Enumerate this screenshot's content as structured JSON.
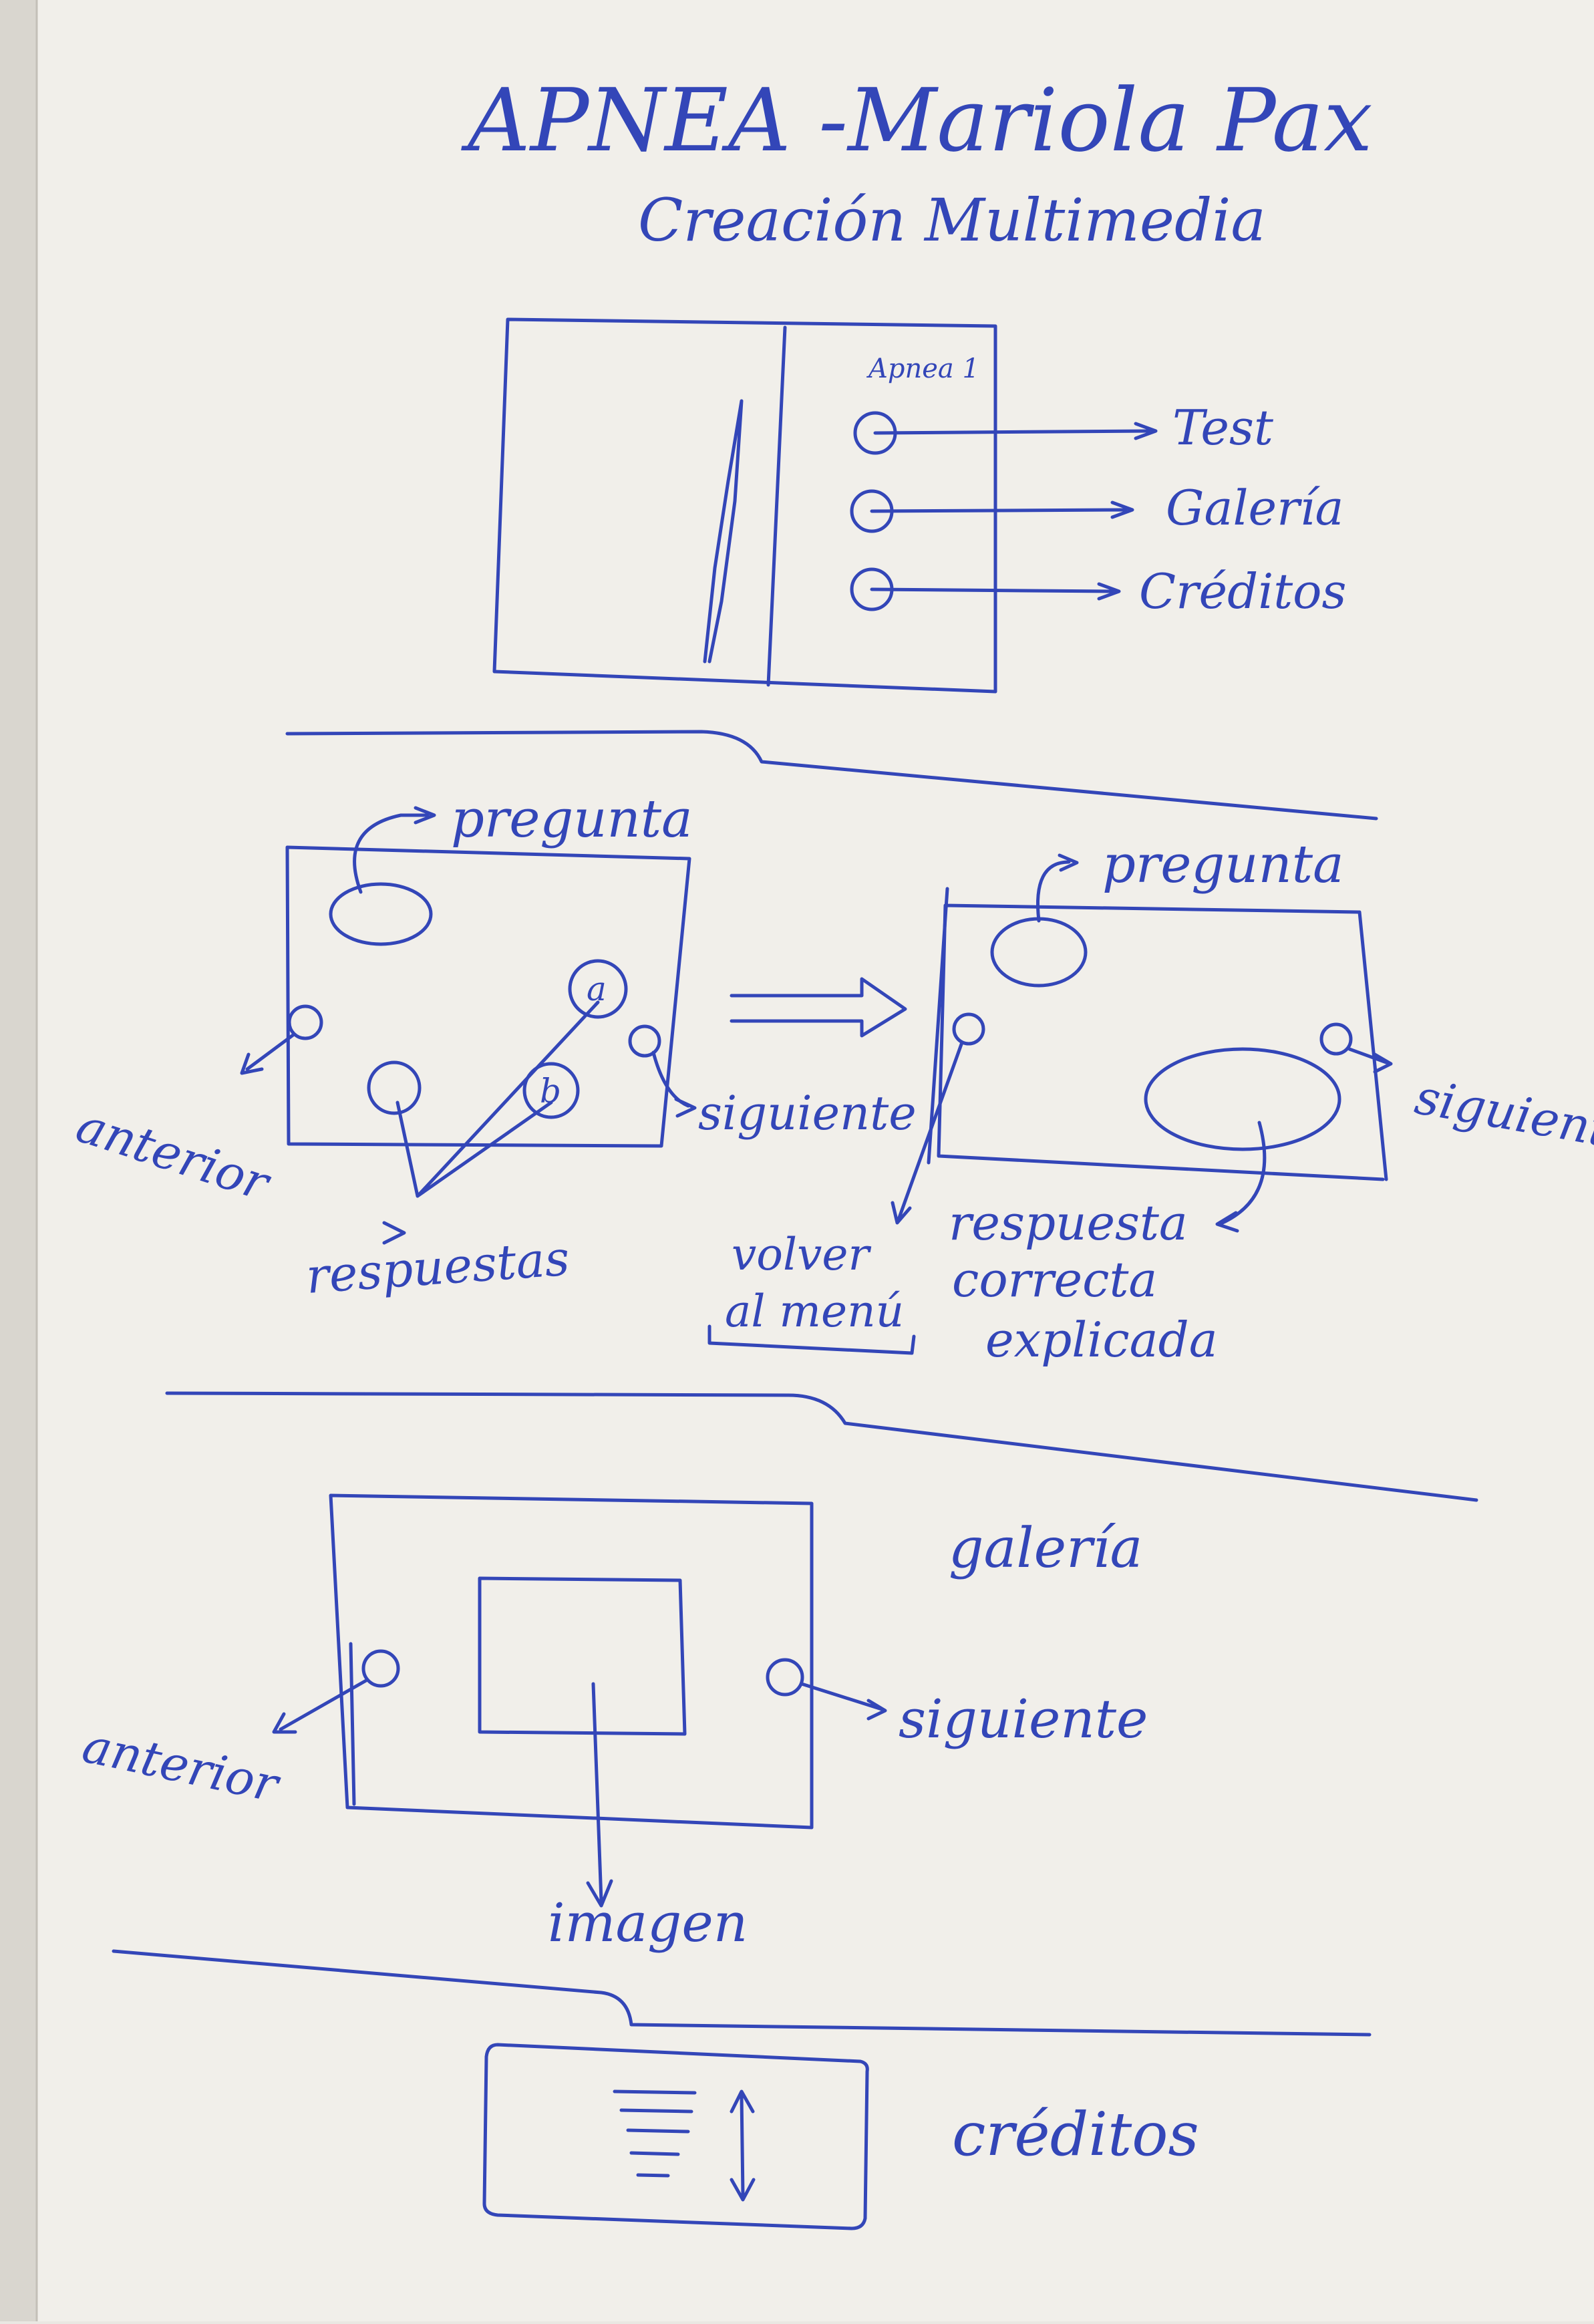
{
  "title": "APNEA -Mariola Pax",
  "subtitle": "Creación Multimedia",
  "colors": {
    "paper": "#f1efea",
    "ink": "#3346b8",
    "binding": "#d9d6cf"
  },
  "menu_sketch": {
    "corner_label": "Apnea 1",
    "items": [
      "Test",
      "Galería",
      "Créditos"
    ]
  },
  "test_sketch": {
    "question_left": "pregunta",
    "question_right": "pregunta",
    "answer_a": "a",
    "answer_b": "b",
    "previous": "anterior",
    "next_left": "siguiente",
    "next_right": "siguiente",
    "answers": "respuestas",
    "back_line1": "volver",
    "back_line2": "al menú",
    "explained_line1": "respuesta",
    "explained_line2": "correcta",
    "explained_line3": "explicada"
  },
  "gallery_sketch": {
    "heading": "galería",
    "previous": "anterior",
    "next": "siguiente",
    "image": "imagen"
  },
  "credits_sketch": {
    "heading": "créditos"
  }
}
